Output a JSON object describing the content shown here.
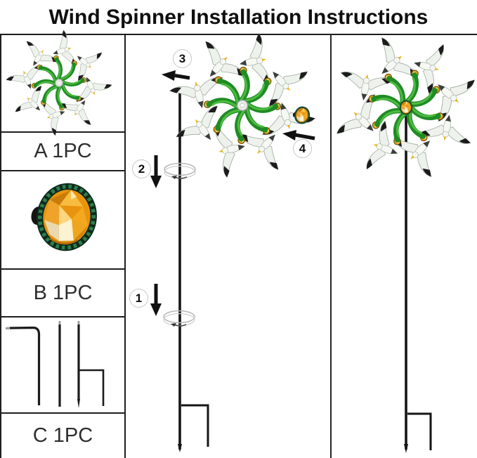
{
  "title": "Wind Spinner Installation Instructions",
  "parts": [
    {
      "id": "A",
      "label": "A 1PC",
      "name": "seagull-wind-spinner-head"
    },
    {
      "id": "B",
      "label": "B 1PC",
      "name": "amber-solar-light-gem"
    },
    {
      "id": "C",
      "label": "C 1PC",
      "name": "pole-and-stake-rods"
    }
  ],
  "steps": [
    {
      "num": "1",
      "action": "insert-lower-pole",
      "arrow": "down"
    },
    {
      "num": "2",
      "action": "insert-upper-pole",
      "arrow": "down"
    },
    {
      "num": "3",
      "action": "attach-spinner-to-hook",
      "arrow": "left"
    },
    {
      "num": "4",
      "action": "attach-solar-gem-center",
      "arrow": "left"
    }
  ],
  "colors": {
    "line": "#1b1b1b",
    "accent_green": "#1f8c24",
    "accent_green_light": "#4cbb3f",
    "amber": "#e9940e",
    "bead_gold": "#dca81f",
    "gull_white": "#f2f5f1"
  }
}
